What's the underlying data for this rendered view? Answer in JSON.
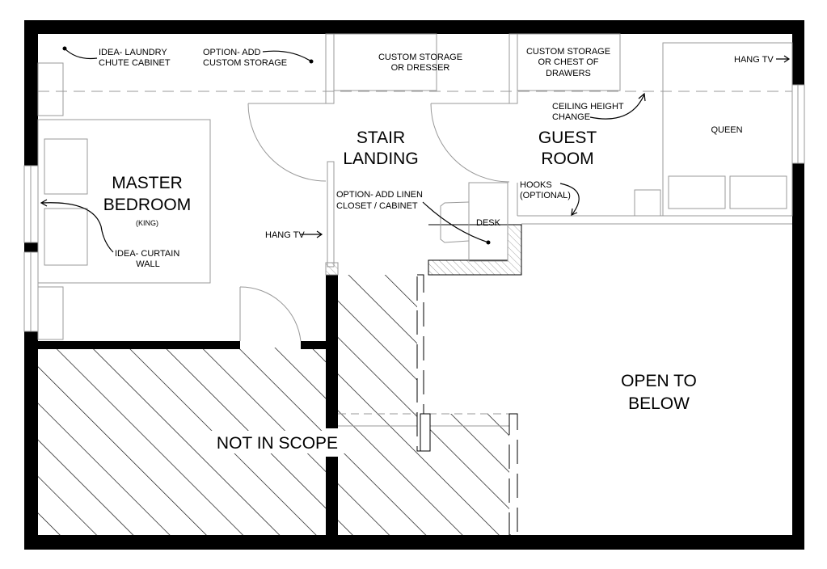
{
  "rooms": {
    "master": {
      "line1": "MASTER",
      "line2": "BEDROOM",
      "sub": "(KING)"
    },
    "stair": {
      "line1": "STAIR",
      "line2": "LANDING"
    },
    "guest": {
      "line1": "GUEST",
      "line2": "ROOM"
    },
    "open": {
      "line1": "OPEN TO",
      "line2": "BELOW"
    },
    "not_in_scope": "NOT IN SCOPE"
  },
  "notes": {
    "laundry": {
      "line1": "IDEA- LAUNDRY",
      "line2": "CHUTE CABINET"
    },
    "custom_storage": {
      "line1": "OPTION- ADD",
      "line2": "CUSTOM STORAGE"
    },
    "dresser": {
      "line1": "CUSTOM STORAGE",
      "line2": "OR DRESSER"
    },
    "chest": {
      "line1": "CUSTOM STORAGE",
      "line2": "OR CHEST OF",
      "line3": "DRAWERS"
    },
    "hang_tv_guest": "HANG TV",
    "hang_tv_master": "HANG TV",
    "ceiling": {
      "line1": "CEILING HEIGHT",
      "line2": "CHANGE"
    },
    "queen": "QUEEN",
    "hooks": {
      "line1": "HOOKS",
      "line2": "(OPTIONAL)"
    },
    "linen": {
      "line1": "OPTION- ADD LINEN",
      "line2": "CLOSET / CABINET"
    },
    "desk": "DESK",
    "curtain": {
      "line1": "IDEA- CURTAIN",
      "line2": "WALL"
    }
  }
}
